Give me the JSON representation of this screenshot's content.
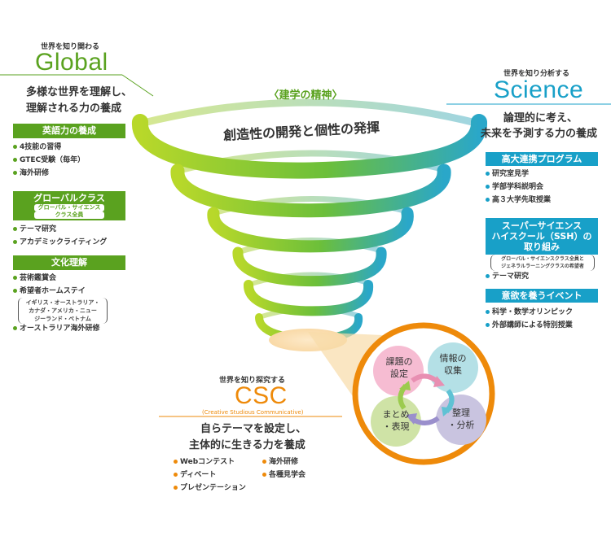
{
  "top": {
    "caption": "〈建学の精神〉",
    "motto": "創造性の開発と個性の発揮"
  },
  "global": {
    "caption": "世界を知り関わる",
    "title": "Global",
    "desc1": "多様な世界を理解し、",
    "desc2": "理解される力の養成",
    "section1": {
      "header": "英語力の養成",
      "items": [
        "4技能の習得",
        "GTEC受験（毎年）",
        "海外研修"
      ]
    },
    "section2": {
      "header": "グローバルクラス",
      "sub1": "グローバル・サイエンス",
      "sub2": "クラス全員",
      "items": [
        "テーマ研究",
        "アカデミックライティング"
      ]
    },
    "section3": {
      "header": "文化理解",
      "items": [
        "芸術鑑賞会",
        "希望者ホームステイ"
      ],
      "paren1": "イギリス・オーストラリア・",
      "paren2": "カナダ・アメリカ・ニュー",
      "paren3": "ジーランド・ベトナム",
      "item_last": "オーストラリア海外研修"
    }
  },
  "science": {
    "caption": "世界を知り分析する",
    "title": "Science",
    "desc1": "論理的に考え、",
    "desc2": "未来を予測する力の養成",
    "section1": {
      "header": "高大連携プログラム",
      "items": [
        "研究室見学",
        "学部学科説明会",
        "高３大学先取授業"
      ]
    },
    "section2": {
      "header1": "スーパーサイエンス",
      "header2": "ハイスクール（SSH）の",
      "header3": "取り組み",
      "paren1": "グローバル・サイエンスクラス全員と",
      "paren2": "ジェネラルラーニングクラスの希望者",
      "items": [
        "テーマ研究"
      ]
    },
    "section3": {
      "header": "意欲を養うイベント",
      "items": [
        "科学・数学オリンピック",
        "外部講師による特別授業"
      ]
    }
  },
  "csc": {
    "caption": "世界を知り探究する",
    "title": "CSC",
    "subtitle": "(Creative Studious Communicative)",
    "desc1": "自らテーマを設定し、",
    "desc2": "主体的に生きる力を養成",
    "items_left": [
      "Webコンテスト",
      "ディベート",
      "プレゼンテーション"
    ],
    "items_right": [
      "海外研修",
      "各種見学会"
    ]
  },
  "cycle": {
    "step1a": "課題の",
    "step1b": "設定",
    "step2a": "情報の",
    "step2b": "収集",
    "step3a": "整理",
    "step3b": "・分析",
    "step4a": "まとめ",
    "step4b": "・表現"
  },
  "colors": {
    "green": "#5aa21f",
    "blue": "#18a0c8",
    "orange": "#ee8a0a",
    "pink": "#f6bcd2",
    "teal": "#b4e0e6",
    "lavender": "#c9c4e0",
    "lightgreen": "#cfe3a6"
  }
}
